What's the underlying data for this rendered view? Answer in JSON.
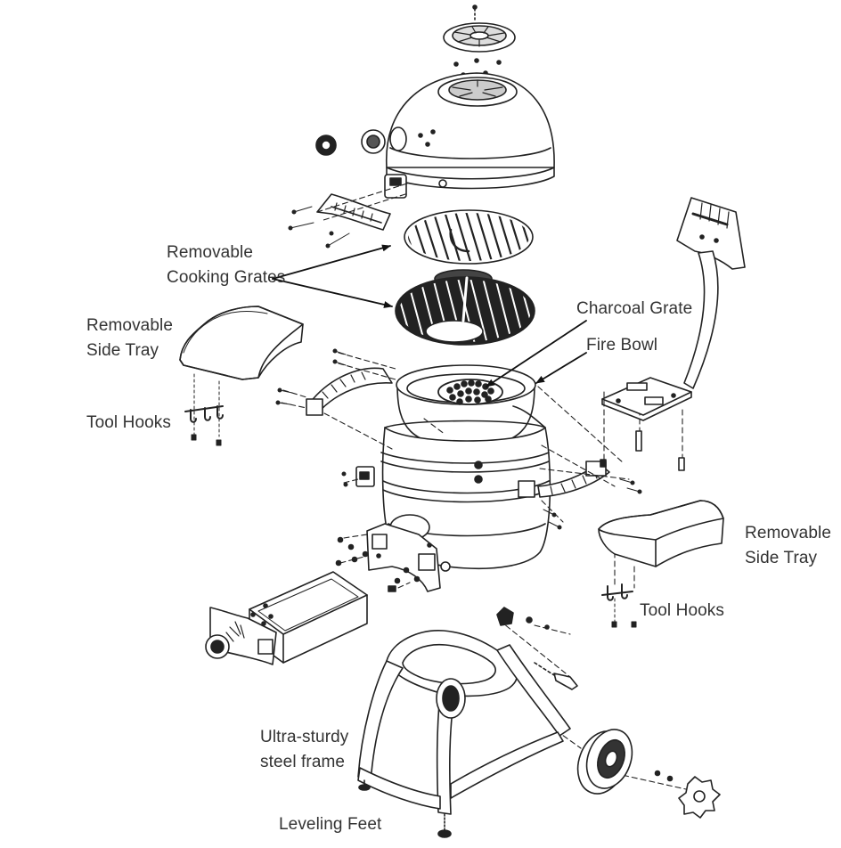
{
  "labels": {
    "cooking_grates": [
      "Removable",
      "Cooking Grates"
    ],
    "side_tray_left": [
      "Removable",
      "Side Tray"
    ],
    "tool_hooks_left": "Tool Hooks",
    "charcoal_grate": "Charcoal Grate",
    "fire_bowl": "Fire Bowl",
    "side_tray_right": [
      "Removable",
      "Side Tray"
    ],
    "tool_hooks_right": "Tool Hooks",
    "frame": [
      "Ultra-sturdy",
      "steel frame"
    ],
    "leveling_feet": "Leveling Feet"
  },
  "colors": {
    "line": "#222222",
    "text": "#333333",
    "fill_light": "#ffffff",
    "fill_dark": "#2a2a2a"
  }
}
